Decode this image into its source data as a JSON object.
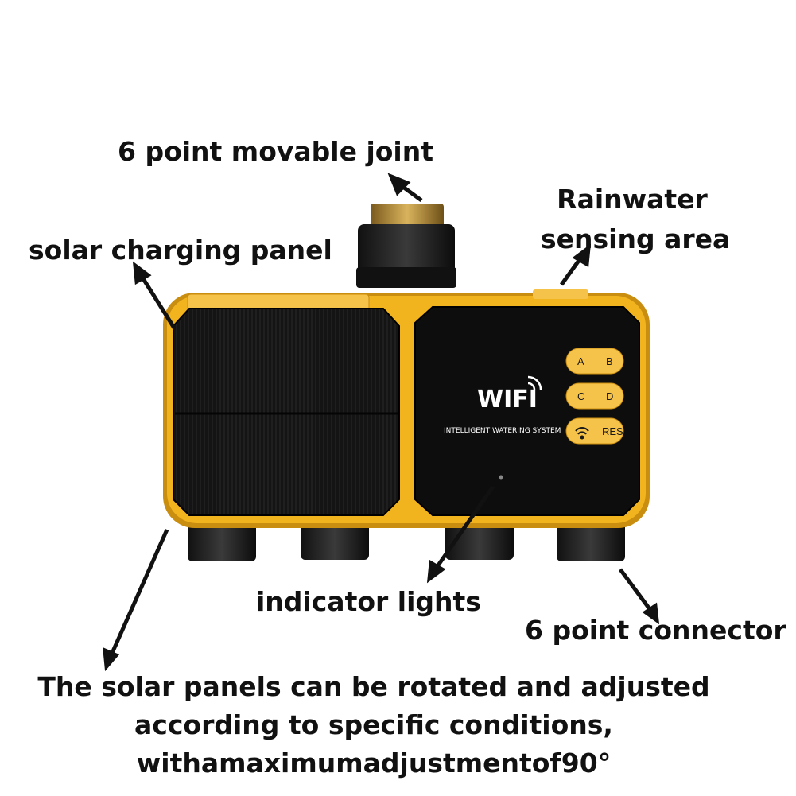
{
  "labels": {
    "joint": "6 point movable joint",
    "rain_line1": "Rainwater",
    "rain_line2": "sensing area",
    "solar": "solar charging panel",
    "indicator": "indicator lights",
    "connector": "6 point connector",
    "note_line1": "The solar panels can be rotated and adjusted",
    "note_line2": "according to specific conditions,",
    "note_line3": "withamaximumadjustmentof90°"
  },
  "device": {
    "brand": "WIFI",
    "subtitle": "INTELLIGENT WATERING SYSTEM",
    "buttons": [
      "A",
      "B",
      "C",
      "D",
      "",
      "RES"
    ]
  },
  "colors": {
    "housing": "#f2b41e",
    "housing_dark": "#c98d10",
    "panel": "#111111",
    "button": "#f5c24a"
  }
}
